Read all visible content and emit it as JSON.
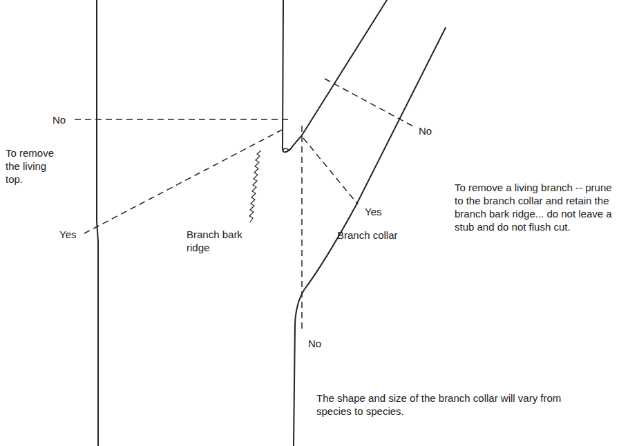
{
  "diagram": {
    "labels": [
      "No",
      "To remove the living top.",
      "Yes",
      "Branch bark ridge",
      "No",
      "Yes",
      "Branch collar",
      "To remove a living branch -- prune to the branch collar and retain the branch bark ridge... do not leave a stub and do not flush cut.",
      "No",
      "The shape and size of the branch collar will vary from species to species."
    ]
  }
}
